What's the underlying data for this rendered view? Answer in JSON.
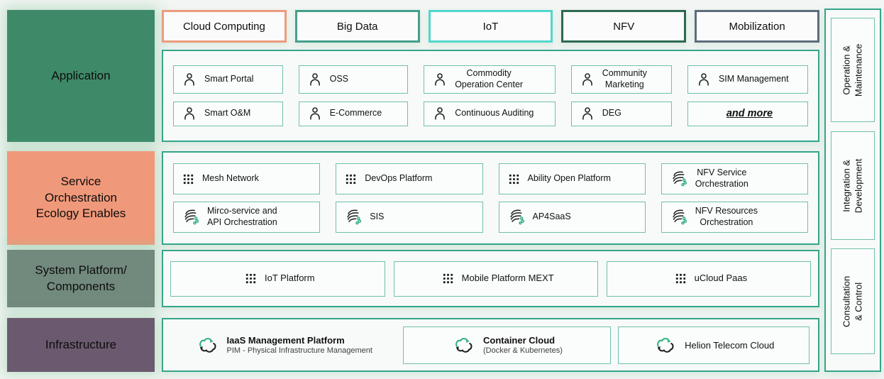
{
  "palette": {
    "teal_border": "#35a48a",
    "inner_border": "#6fc0ad",
    "background": "#f2f5f3",
    "box_background": "#fbfcfc",
    "green_accent": "#2fae7d",
    "application_bg": "#3e8a68",
    "service_bg": "#f0997a",
    "system_bg": "#72897d",
    "infrastructure_bg": "#6b5a6f"
  },
  "left_column": {
    "items": [
      {
        "id": "application",
        "label": "Application",
        "bg": "#3e8a68"
      },
      {
        "id": "service-orchestration",
        "label": "Service\nOrchestration\nEcology Enables",
        "bg": "#f0997a"
      },
      {
        "id": "system-platform",
        "label": "System Platform/\nComponents",
        "bg": "#72897d"
      },
      {
        "id": "infrastructure",
        "label": "Infrastructure",
        "bg": "#6b5a6f"
      }
    ]
  },
  "top_tabs": {
    "items": [
      {
        "label": "Cloud Computing",
        "border": "#ec9b7e"
      },
      {
        "label": "Big Data",
        "border": "#43a08a"
      },
      {
        "label": "IoT",
        "border": "#52d7cd"
      },
      {
        "label": "NFV",
        "border": "#2d6a51"
      },
      {
        "label": "Mobilization",
        "border": "#5d6c7c"
      }
    ]
  },
  "application": {
    "items": [
      {
        "icon": "person-icon",
        "label": "Smart Portal"
      },
      {
        "icon": "person-icon",
        "label": "OSS"
      },
      {
        "icon": "person-icon",
        "label": "Commodity\nOperation Center"
      },
      {
        "icon": "person-icon",
        "label": "Community\nMarketing"
      },
      {
        "icon": "person-icon",
        "label": "SIM Management"
      },
      {
        "icon": "person-icon",
        "label": "Smart O&M"
      },
      {
        "icon": "person-icon",
        "label": "E-Commerce"
      },
      {
        "icon": "person-icon",
        "label": "Continuous Auditing"
      },
      {
        "icon": "person-icon",
        "label": "DEG"
      },
      {
        "icon": null,
        "label": "and more",
        "style": "more"
      }
    ]
  },
  "service_orchestration": {
    "items": [
      {
        "icon": "grid-icon",
        "label": "Mesh Network"
      },
      {
        "icon": "grid-icon",
        "label": "DevOps Platform"
      },
      {
        "icon": "grid-icon",
        "label": "Ability Open Platform"
      },
      {
        "icon": "orchestration-icon",
        "label": "NFV Service\nOrchestration"
      },
      {
        "icon": "orchestration-icon",
        "label": "Mirco-service and\nAPI Orchestration"
      },
      {
        "icon": "orchestration-icon",
        "label": "SIS"
      },
      {
        "icon": "orchestration-icon",
        "label": "AP4SaaS"
      },
      {
        "icon": "orchestration-icon",
        "label": "NFV Resources\nOrchestration"
      }
    ]
  },
  "system_platform": {
    "items": [
      {
        "icon": "grid-icon",
        "label": "IoT Platform"
      },
      {
        "icon": "grid-icon",
        "label": "Mobile Platform MEXT"
      },
      {
        "icon": "grid-icon",
        "label": "uCloud Paas"
      }
    ]
  },
  "infrastructure": {
    "items": [
      {
        "icon": "cloud-sync-icon",
        "label": "IaaS Management Platform",
        "sublabel": "PIM - Physical Infrastructure Management",
        "bold": true,
        "boxed": false
      },
      {
        "icon": "cloud-sync-icon",
        "label": "Container Cloud",
        "sublabel": "(Docker & Kubernetes)",
        "bold": true,
        "boxed": true
      },
      {
        "icon": "cloud-sync-icon",
        "label": "Helion Telecom Cloud",
        "bold": false,
        "boxed": true
      }
    ]
  },
  "right_sidebar": {
    "items": [
      {
        "label": "Operation &\nMaintenance"
      },
      {
        "label": "Integration &\nDevelopment"
      },
      {
        "label": "Consultation & Control"
      }
    ]
  }
}
